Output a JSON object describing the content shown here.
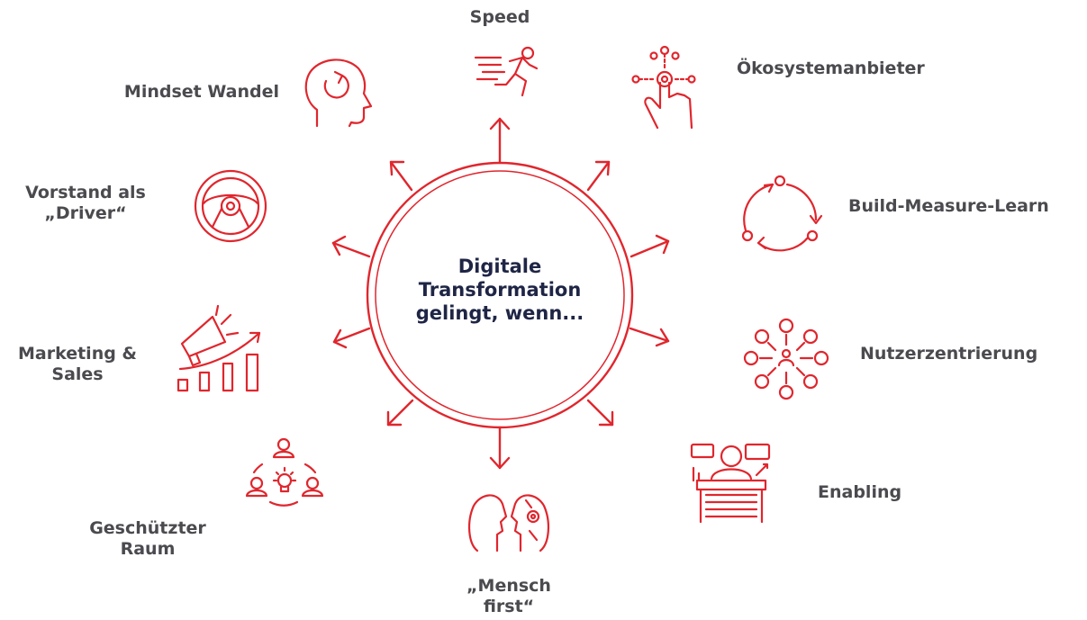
{
  "center": {
    "line1": "Digitale",
    "line2": "Transformation",
    "line3": "gelingt, wenn..."
  },
  "factors": {
    "speed": {
      "line1": "Speed",
      "icon": "running-person-icon"
    },
    "oekosystem": {
      "line1": "Ökosystemanbieter",
      "icon": "touch-network-icon"
    },
    "bml": {
      "line1": "Build-Measure-Learn",
      "icon": "cycle-arrows-icon"
    },
    "nutzer": {
      "line1": "Nutzerzentrierung",
      "icon": "user-centered-network-icon"
    },
    "enabling": {
      "line1": "Enabling",
      "icon": "teacher-desk-icon"
    },
    "mensch": {
      "line1": "„Mensch",
      "line2": "first“",
      "icon": "human-and-robot-head-icon"
    },
    "raum": {
      "line1": "Geschützter",
      "line2": "Raum",
      "icon": "team-idea-icon"
    },
    "marketing": {
      "line1": "Marketing &",
      "line2": "Sales",
      "icon": "megaphone-growth-icon"
    },
    "vorstand": {
      "line1": "Vorstand als",
      "line2": "„Driver“",
      "icon": "steering-wheel-icon"
    },
    "mindset": {
      "line1": "Mindset Wandel",
      "icon": "head-refresh-icon"
    }
  },
  "colors": {
    "accent": "#e0262d",
    "label": "#4a4a4f",
    "center_text": "#1f2545"
  }
}
